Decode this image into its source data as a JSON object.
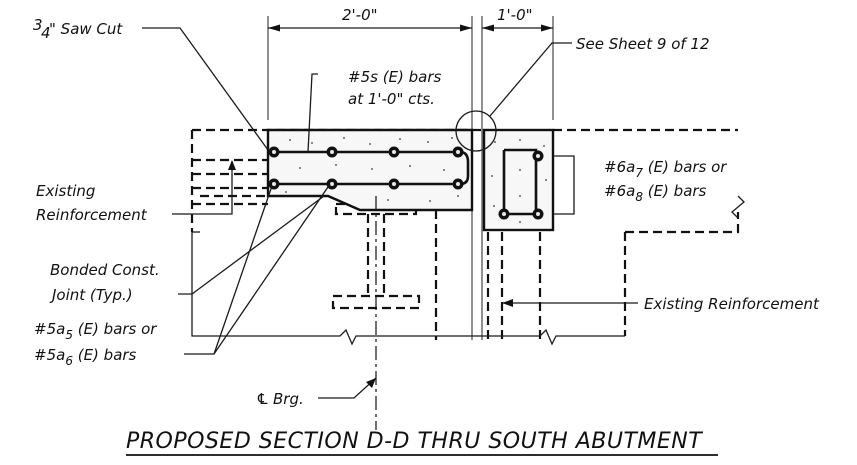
{
  "labels": {
    "dim_left": "2'-0\"",
    "dim_right": "1'-0\"",
    "saw_cut_num": "3",
    "saw_cut_den": "4",
    "saw_cut_text": "\" Saw Cut",
    "sheet_ref": "See Sheet 9 of 12",
    "bars_5s_line1": "#5s (E) bars",
    "bars_5s_line2": "at 1'-0\" cts.",
    "bars_6a_line1_pre": "#6a",
    "bars_6a_line1_sub": "7",
    "bars_6a_line1_post": " (E) bars or",
    "bars_6a_line2_pre": "#6a",
    "bars_6a_line2_sub": "8",
    "bars_6a_line2_post": " (E) bars",
    "existing_reinf_left_1": "Existing",
    "existing_reinf_left_2": "Reinforcement",
    "bonded_joint_1": "Bonded Const.",
    "bonded_joint_2": "Joint (Typ.)",
    "bars_5a_line1_pre": "#5a",
    "bars_5a_line1_sub": "5",
    "bars_5a_line1_post": " (E) bars or",
    "bars_5a_line2_pre": "#5a",
    "bars_5a_line2_sub": "6",
    "bars_5a_line2_post": " (E) bars",
    "existing_reinf_right": "Existing Reinforcement",
    "cl_brg": "Brg.",
    "cl_symbol": "℄",
    "title": "PROPOSED SECTION D-D THRU SOUTH ABUTMENT"
  }
}
